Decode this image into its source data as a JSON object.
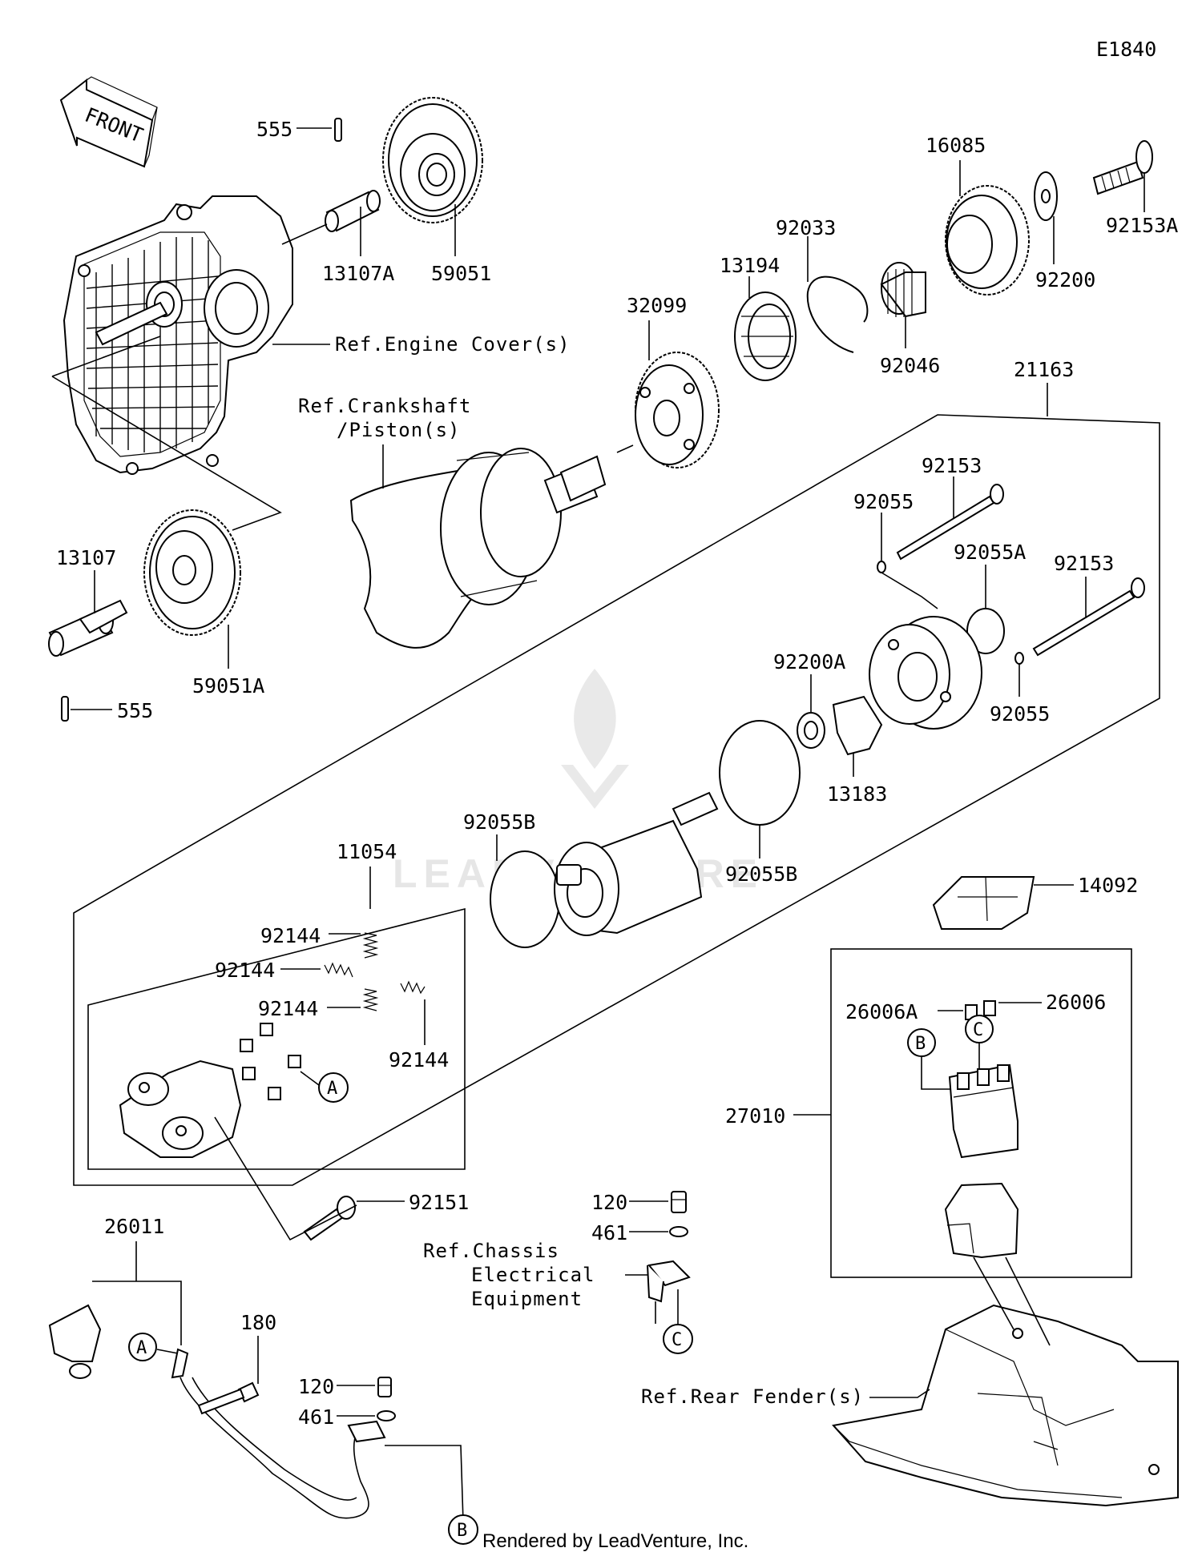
{
  "diagram_id": "E1840",
  "front_label": "FRONT",
  "watermark": "LEADVENTURE",
  "footer": "Rendered by LeadVenture, Inc.",
  "refs": {
    "engine_cover": "Ref.Engine Cover(s)",
    "crankshaft_1": "Ref.Crankshaft",
    "crankshaft_2": "/Piston(s)",
    "chassis_1": "Ref.Chassis",
    "chassis_2": "Electrical",
    "chassis_3": "Equipment",
    "rear_fender": "Ref.Rear Fender(s)"
  },
  "callouts": {
    "a": "A",
    "b": "B",
    "c": "C"
  },
  "parts": {
    "p555_top": "555",
    "p13107A": "13107A",
    "p59051": "59051",
    "p13107": "13107",
    "p59051A": "59051A",
    "p555_bot": "555",
    "p32099": "32099",
    "p13194": "13194",
    "p92033": "92033",
    "p92046": "92046",
    "p16085": "16085",
    "p92200": "92200",
    "p92153A": "92153A",
    "p21163": "21163",
    "p92153_a": "92153",
    "p92055_a": "92055",
    "p92055A": "92055A",
    "p92153_b": "92153",
    "p92200A": "92200A",
    "p92055_b": "92055",
    "p13183": "13183",
    "p92055B_a": "92055B",
    "p92055B_b": "92055B",
    "p11054": "11054",
    "p92144_a": "92144",
    "p92144_b": "92144",
    "p92144_c": "92144",
    "p92144_d": "92144",
    "p92151": "92151",
    "p14092": "14092",
    "p26006A": "26006A",
    "p26006": "26006",
    "p27010": "27010",
    "p26011": "26011",
    "p180": "180",
    "p120_a": "120",
    "p461_a": "461",
    "p120_b": "120",
    "p461_b": "461"
  }
}
